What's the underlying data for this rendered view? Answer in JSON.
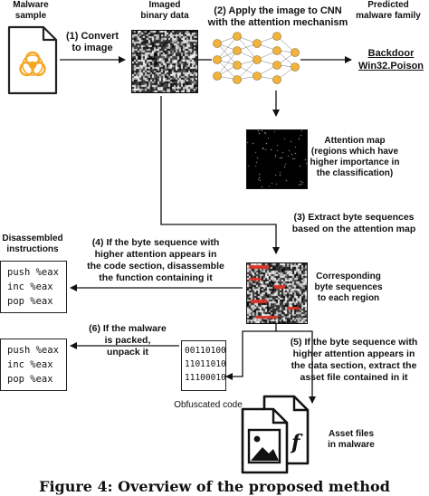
{
  "labels": {
    "malware_sample": "Malware\nsample",
    "imaged_binary": "Imaged\nbinary data",
    "predicted_family": "Predicted\nmalware family",
    "step1": "(1) Convert\nto image",
    "step2": "(2) Apply the image to CNN\nwith the attention mechanism",
    "prediction": "Backdoor\nWin32.Poison",
    "attention_map": "Attention map\n(regions which have\nhigher importance in\nthe classification)",
    "step3": "(3) Extract byte sequences\nbased on the attention map",
    "disassembled": "Disassembled\ninstructions",
    "step4": "(4) If the byte sequence with\nhigher attention appears in\nthe code section, disassemble\nthe function containing it",
    "corresponding": "Corresponding\nbyte sequences\nto each region",
    "step5": "(5) If the byte sequence with\nhigher attention appears in\nthe data section, extract the\nasset file contained in it",
    "step6": "(6) If the malware\nis packed,\nunpack it",
    "obfuscated": "Obfuscated code",
    "asset_files": "Asset files\nin malware"
  },
  "code_top": [
    "push %eax",
    "inc %eax",
    "pop %eax"
  ],
  "code_bottom": [
    "push %eax",
    "inc %eax",
    "pop %eax"
  ],
  "obfuscated_lines": [
    "00110100",
    "11011010",
    "11100010"
  ],
  "caption": "Figure 4: Overview of the proposed method",
  "icons": {
    "malware_file": "biohazard-document-icon",
    "neural_network": "cnn-icon",
    "asset_files": "image-and-font-files-icon"
  },
  "colors": {
    "biohazard": "#f5a623",
    "network_nodes": "#f2b33d",
    "highlight": "#d9352a"
  }
}
